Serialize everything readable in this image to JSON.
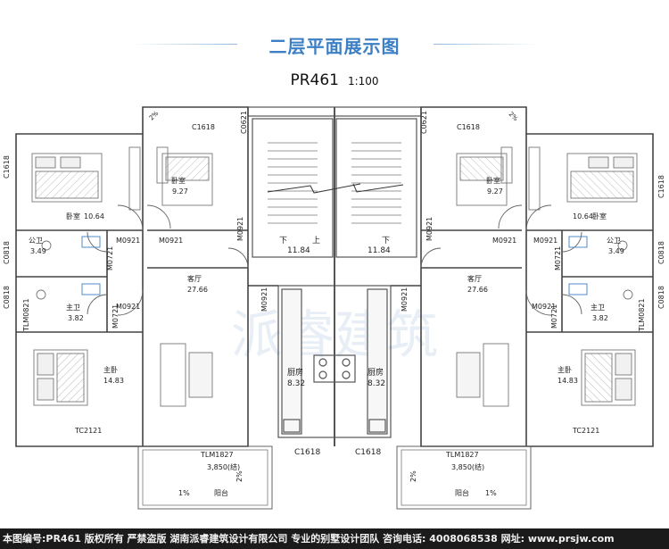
{
  "header": {
    "title": "二层平面展示图",
    "plan_code": "PR461",
    "scale": "1:100"
  },
  "watermark": "派睿建筑",
  "labels": {
    "c1618": "C1618",
    "c0621": "C0621",
    "c0818": "C0818",
    "m0921": "M0921",
    "m0721": "M0721",
    "tlm0821": "TLM0821",
    "tlm1827": "TLM1827",
    "tc2121": "TC2121",
    "bed_small": "卧室",
    "bed_small_area": "9.27",
    "bed_large": "卧室",
    "bed_large_area": "10.64",
    "public_bath": "公卫",
    "public_bath_area": "3.49",
    "master_bath": "主卫",
    "master_bath_area": "3.82",
    "living": "客厅",
    "living_area": "27.66",
    "master_bed": "主卧",
    "master_bed_area": "14.83",
    "kitchen": "厨房",
    "kitchen_area": "8.32",
    "stair_area": "11.84",
    "stair_up": "上",
    "stair_down": "下",
    "balcony": "阳台",
    "balcony_dim": "3,850(结)",
    "slope": "1%",
    "slope2": "2%"
  },
  "footer": {
    "text": "本图编号:PR461 版权所有 严禁盗版 湖南派睿建筑设计有限公司 专业的别墅设计团队 咨询电话: 4008068538 网址: www.prsjw.com"
  }
}
